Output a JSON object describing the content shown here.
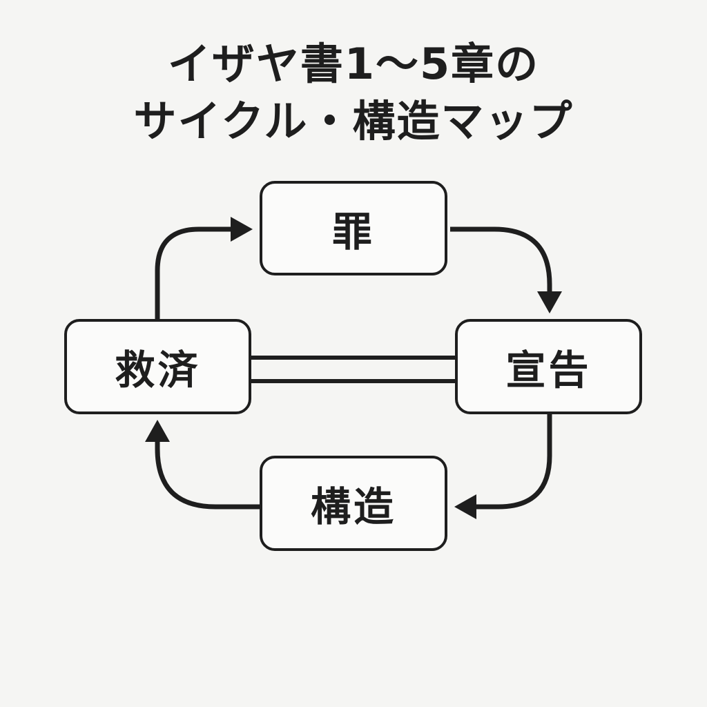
{
  "title": {
    "line1": "イザヤ書1〜5章の",
    "line2": "サイクル・構造マップ"
  },
  "nodes": {
    "sin": "罪",
    "proclamation": "宣告",
    "structure": "構造",
    "salvation": "救済"
  }
}
